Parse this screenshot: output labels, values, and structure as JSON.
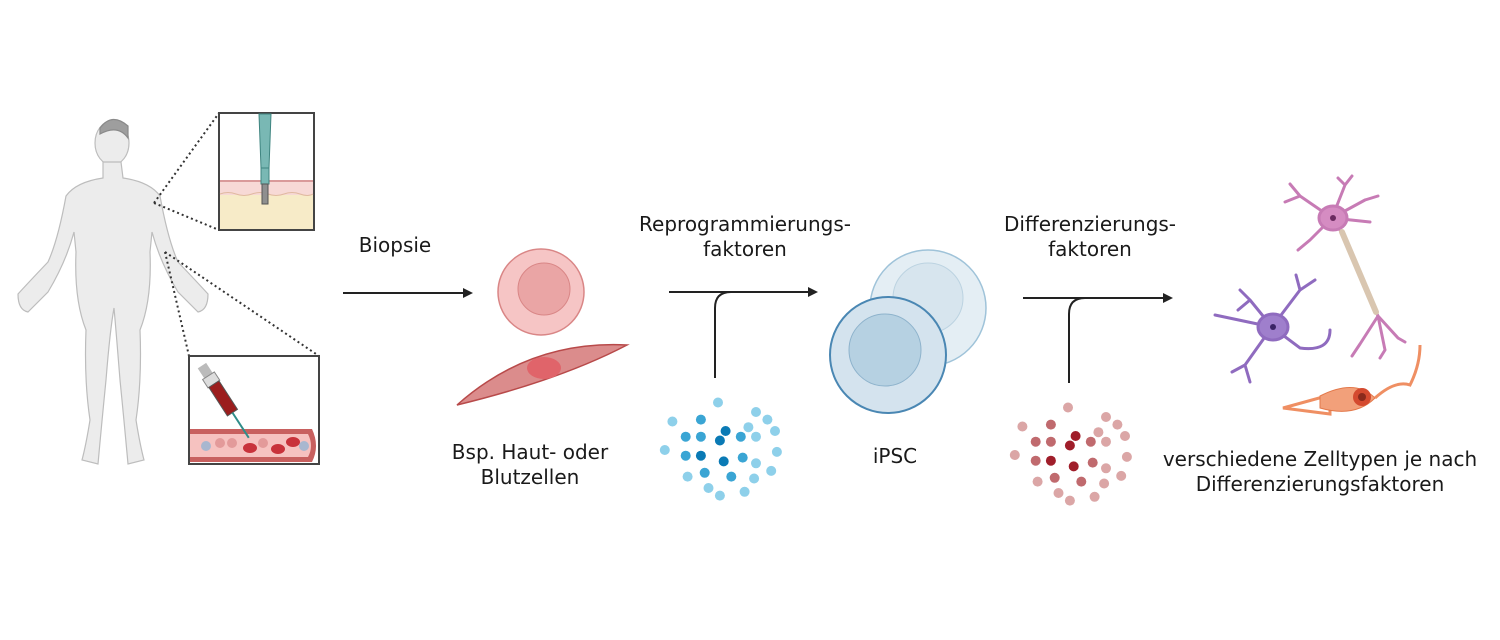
{
  "diagram": {
    "title": "iPSC Reprogrammierung und Differenzierung",
    "steps": {
      "biopsy": {
        "label": "Biopsie"
      },
      "source_cells": {
        "line1": "Bsp. Haut- oder",
        "line2": "Blutzellen"
      },
      "reprogramming": {
        "line1": "Reprogrammierungs-",
        "line2": "faktoren"
      },
      "ipsc": {
        "label": "iPSC"
      },
      "differentiation": {
        "line1": "Differenzierungs-",
        "line2": "faktoren"
      },
      "result": {
        "line1": "verschiedene Zelltypen je nach",
        "line2": "Differenzierungsfaktoren"
      }
    },
    "insets": [
      {
        "name": "skin-punch-biopsy",
        "description": "Stanzbiopsie der Haut"
      },
      {
        "name": "blood-draw",
        "description": "Blutentnahme aus Vene"
      }
    ],
    "colors": {
      "arrow": "#222222",
      "skin_cell": "#d98a8a",
      "blood_cell": "#f3c3c3",
      "ipsc": "#c9dce8",
      "reprogramming_factors": "#3aa0d0",
      "differentiation_factors": "#a8323a",
      "neuron": "#c77bb5",
      "astrocyte": "#8f6bbf",
      "sensory_neuron": "#ef8f63"
    }
  }
}
